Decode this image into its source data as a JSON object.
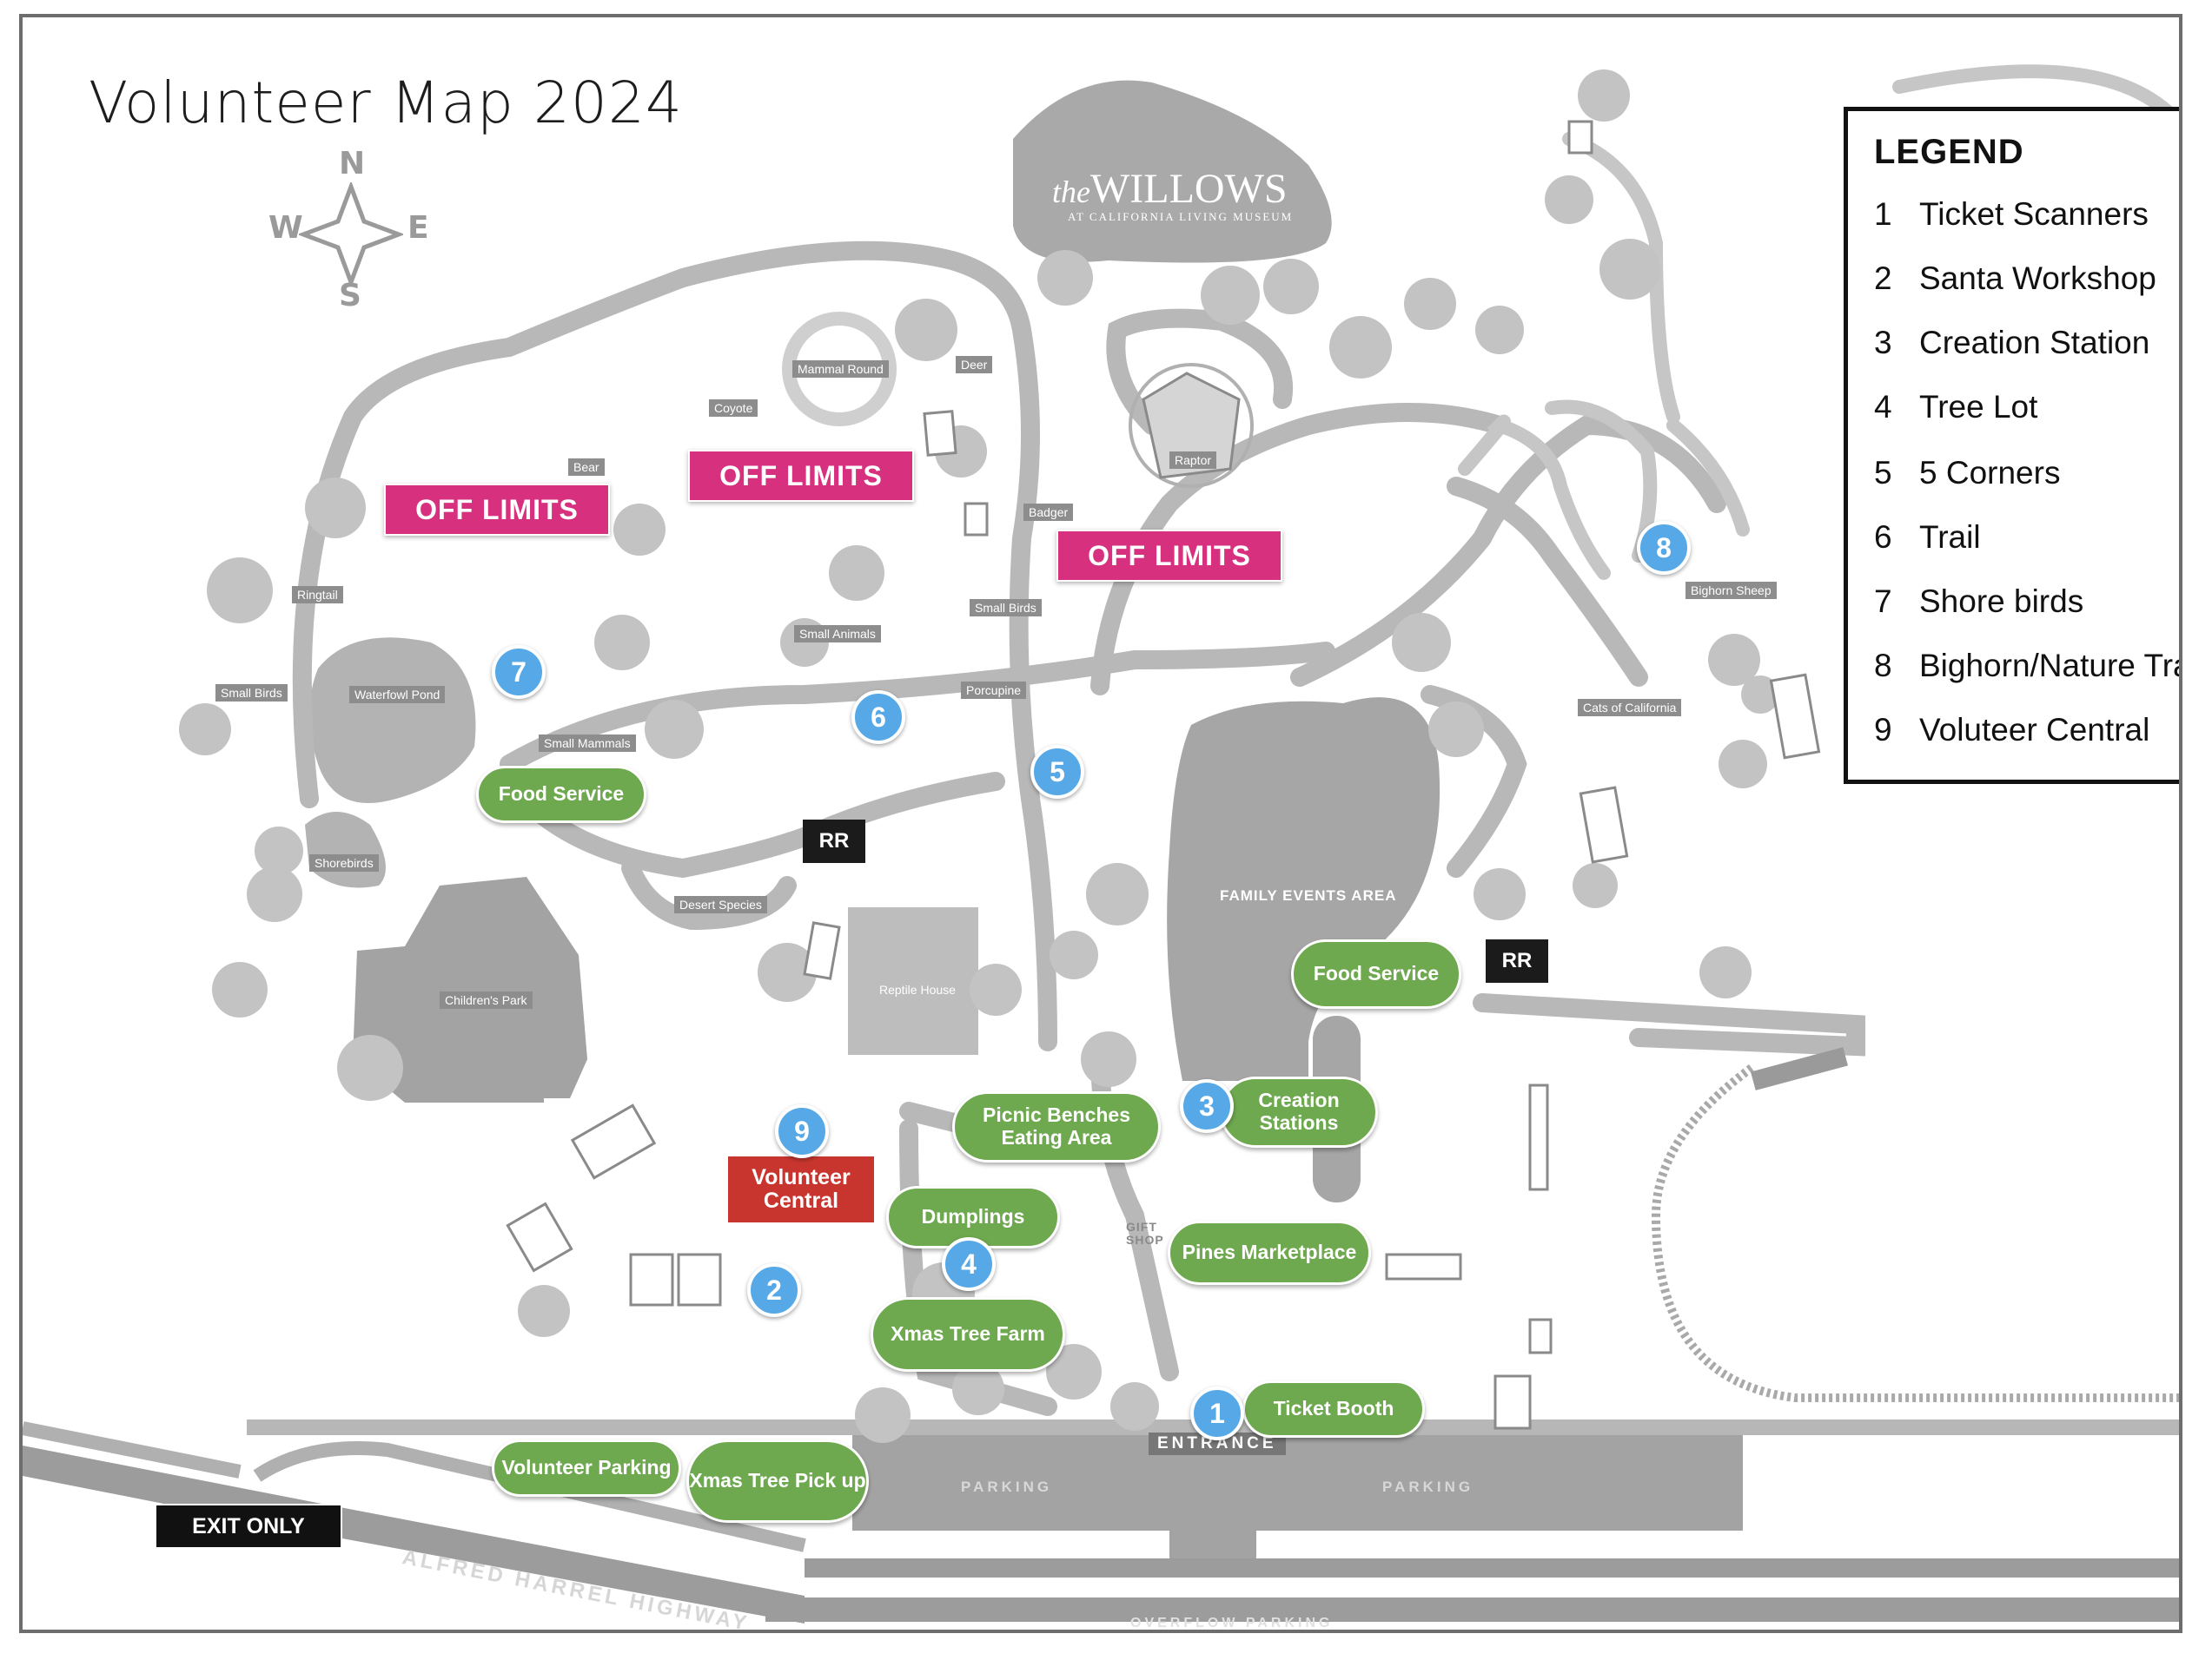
{
  "title": "Volunteer Map 2024",
  "compass": {
    "n": "N",
    "s": "S",
    "e": "E",
    "w": "W"
  },
  "legend": {
    "heading": "LEGEND",
    "items": [
      {
        "num": "1",
        "label": "Ticket Scanners"
      },
      {
        "num": "2",
        "label": "Santa Workshop"
      },
      {
        "num": "3",
        "label": "Creation Station"
      },
      {
        "num": "4",
        "label": "Tree Lot"
      },
      {
        "num": "5",
        "label": "5 Corners"
      },
      {
        "num": "6",
        "label": "Trail"
      },
      {
        "num": "7",
        "label": "Shore birds"
      },
      {
        "num": "8",
        "label": "Bighorn/Nature Trail"
      },
      {
        "num": "9",
        "label": "Voluteer Central"
      }
    ]
  },
  "venue": {
    "name": "WILLOWS",
    "prefix": "the",
    "subtitle": "AT CALIFORNIA LIVING MUSEUM"
  },
  "off_limits": [
    "OFF LIMITS",
    "OFF LIMITS",
    "OFF LIMITS"
  ],
  "pills": {
    "food_service_1": "Food Service",
    "food_service_2": "Food Service",
    "picnic": "Picnic Benches Eating Area",
    "creation": "Creation Stations",
    "dumplings": "Dumplings",
    "pines": "Pines Marketplace",
    "xmas_farm": "Xmas Tree Farm",
    "ticket_booth": "Ticket Booth",
    "vol_parking": "Volunteer Parking",
    "xmas_pickup": "Xmas Tree Pick up"
  },
  "volunteer_central": "Volunteer Central",
  "restrooms": [
    "RR",
    "RR"
  ],
  "exit_only": "EXIT ONLY",
  "badges": [
    "1",
    "2",
    "3",
    "4",
    "5",
    "6",
    "7",
    "8",
    "9"
  ],
  "animal_labels": {
    "coyote": "Coyote",
    "mammal_round": "Mammal Round",
    "deer": "Deer",
    "bear": "Bear",
    "raptor": "Raptor",
    "badger": "Badger",
    "ringtail": "Ringtail",
    "small_animals": "Small Animals",
    "small_birds_1": "Small Birds",
    "small_birds_2": "Small Birds",
    "porcupine": "Porcupine",
    "waterfowl": "Waterfowl Pond",
    "small_mammals": "Small Mammals",
    "bighorn": "Bighorn Sheep",
    "cats": "Cats of California",
    "shorebirds": "Shorebirds",
    "desert": "Desert Species",
    "reptile": "Reptile House",
    "childrens": "Children's Park"
  },
  "area_labels": {
    "family_events": "FAMILY EVENTS AREA",
    "entrance": "ENTRANCE",
    "parking_1": "PARKING",
    "parking_2": "PARKING",
    "highway": "ALFRED HARREL HIGHWAY",
    "overflow": "OVERFLOW PARKING",
    "gift_shop": "GIFT SHOP"
  },
  "colors": {
    "green": "#6ea84f",
    "blue": "#56a9e6",
    "pink": "#d6307f",
    "red": "#c8352f",
    "map_gray": "#bdbdbd"
  }
}
